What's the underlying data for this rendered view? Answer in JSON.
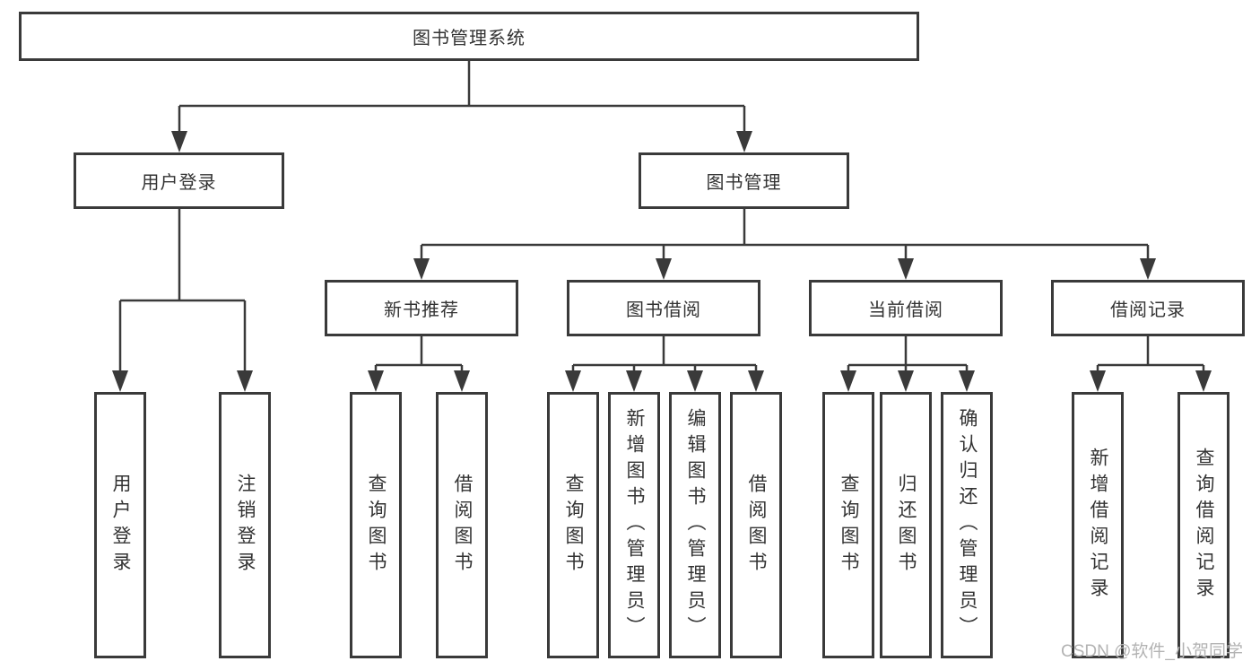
{
  "diagram": {
    "root": {
      "label": "图书管理系统"
    },
    "level2": [
      {
        "label": "用户登录"
      },
      {
        "label": "图书管理"
      }
    ],
    "level3": [
      {
        "label": "新书推荐"
      },
      {
        "label": "图书借阅"
      },
      {
        "label": "当前借阅"
      },
      {
        "label": "借阅记录"
      }
    ],
    "leaves": {
      "user_login": [
        "用户登录",
        "注销登录"
      ],
      "new_books": [
        "查询图书",
        "借阅图书"
      ],
      "book_borrow": [
        "查询图书",
        "新增图书（管理员）",
        "编辑图书（管理员）",
        "借阅图书"
      ],
      "current_borrow": [
        "查询图书",
        "归还图书",
        "确认归还（管理员）"
      ],
      "borrow_records": [
        "新增借阅记录",
        "查询借阅记录"
      ]
    }
  },
  "watermark": "CSDN @软件_小贺同学",
  "colors": {
    "border": "#3a3a3a",
    "line": "#3a3a3a",
    "text": "#333333",
    "watermark": "#b3b3b3",
    "background": "#ffffff"
  }
}
